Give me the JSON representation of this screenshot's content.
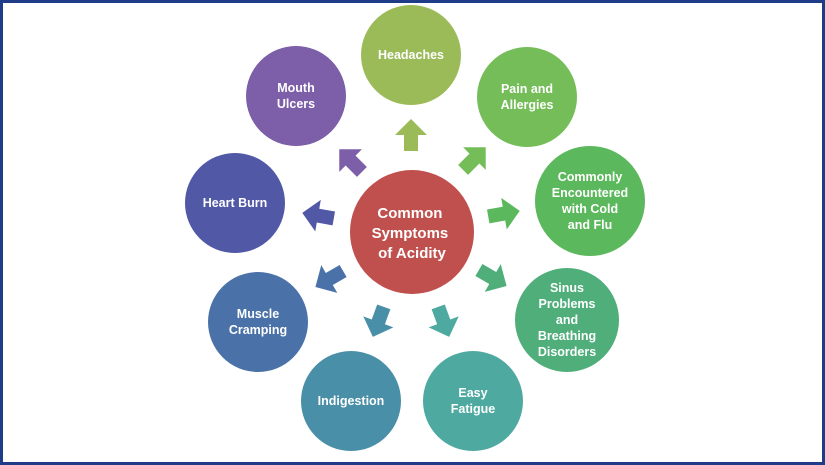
{
  "center": {
    "lines": [
      "Common",
      "Symptoms",
      "of Acidity"
    ],
    "color": "#c0504d"
  },
  "nodes": [
    {
      "id": "headaches",
      "lines": [
        "Headaches"
      ],
      "color": "#9bbb59",
      "arrow": "#9bbb59"
    },
    {
      "id": "pain-and-allergies",
      "lines": [
        "Pain and",
        "Allergies"
      ],
      "color": "#74bd58",
      "arrow": "#74bd58"
    },
    {
      "id": "commonly-encountered",
      "lines": [
        "Commonly",
        "Encountered",
        "with Cold",
        "and Flu"
      ],
      "color": "#5cb85c",
      "arrow": "#5cb85c"
    },
    {
      "id": "sinus-problems",
      "lines": [
        "Sinus",
        "Problems",
        "and",
        "Breathing",
        "Disorders"
      ],
      "color": "#4fae7a",
      "arrow": "#4fae7a"
    },
    {
      "id": "easy-fatigue",
      "lines": [
        "Easy",
        "Fatigue"
      ],
      "color": "#4eaaa0",
      "arrow": "#4eaaa0"
    },
    {
      "id": "indigestion",
      "lines": [
        "Indigestion"
      ],
      "color": "#4a8fa8",
      "arrow": "#4a8fa8"
    },
    {
      "id": "muscle-cramping",
      "lines": [
        "Muscle",
        "Cramping"
      ],
      "color": "#4a72a8",
      "arrow": "#4a72a8"
    },
    {
      "id": "heart-burn",
      "lines": [
        "Heart Burn"
      ],
      "color": "#5158a6",
      "arrow": "#5158a6"
    },
    {
      "id": "mouth-ulcers",
      "lines": [
        "Mouth",
        "Ulcers"
      ],
      "color": "#7d5ea8",
      "arrow": "#7d5ea8"
    }
  ]
}
